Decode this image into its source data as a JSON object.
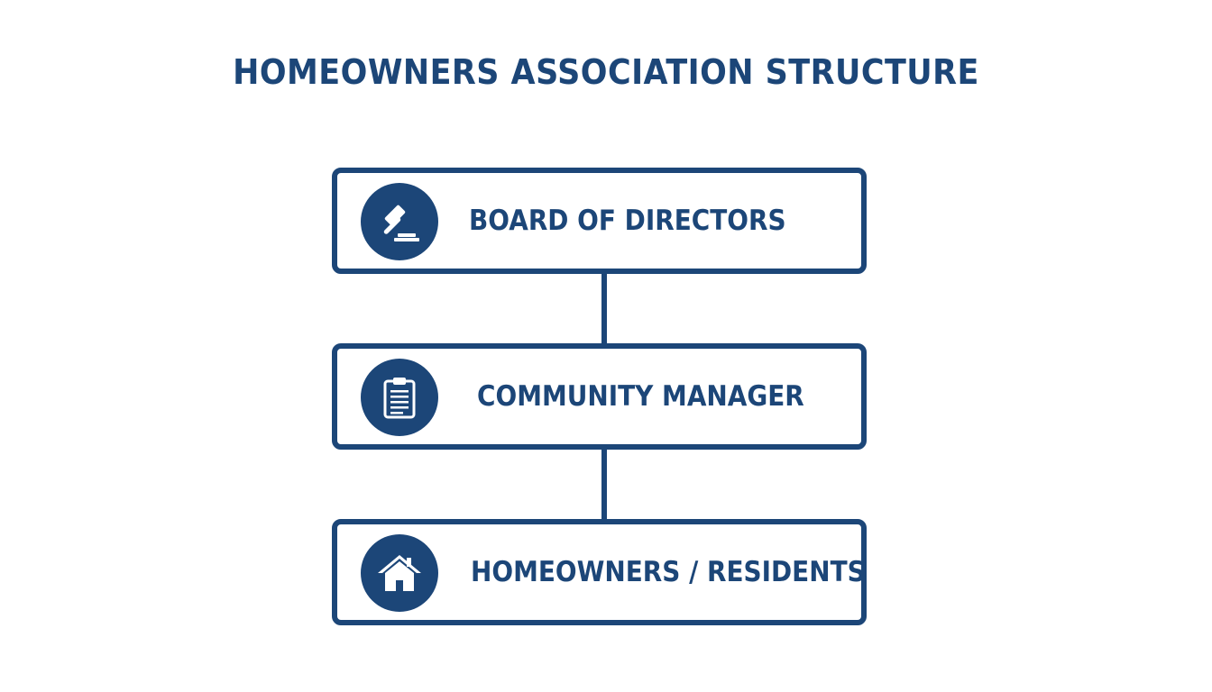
{
  "title": "HOMEOWNERS ASSOCIATION STRUCTURE",
  "colors": {
    "primary": "#1c4678",
    "background": "#ffffff",
    "icon_fg": "#ffffff"
  },
  "nodes": [
    {
      "label": "BOARD OF DIRECTORS",
      "icon": "gavel-icon"
    },
    {
      "label": "COMMUNITY MANAGER",
      "icon": "clipboard-icon"
    },
    {
      "label": "HOMEOWNERS / RESIDENTS",
      "icon": "house-icon"
    }
  ],
  "edges": [
    {
      "from": "BOARD OF DIRECTORS",
      "to": "COMMUNITY MANAGER"
    },
    {
      "from": "COMMUNITY MANAGER",
      "to": "HOMEOWNERS / RESIDENTS"
    }
  ]
}
